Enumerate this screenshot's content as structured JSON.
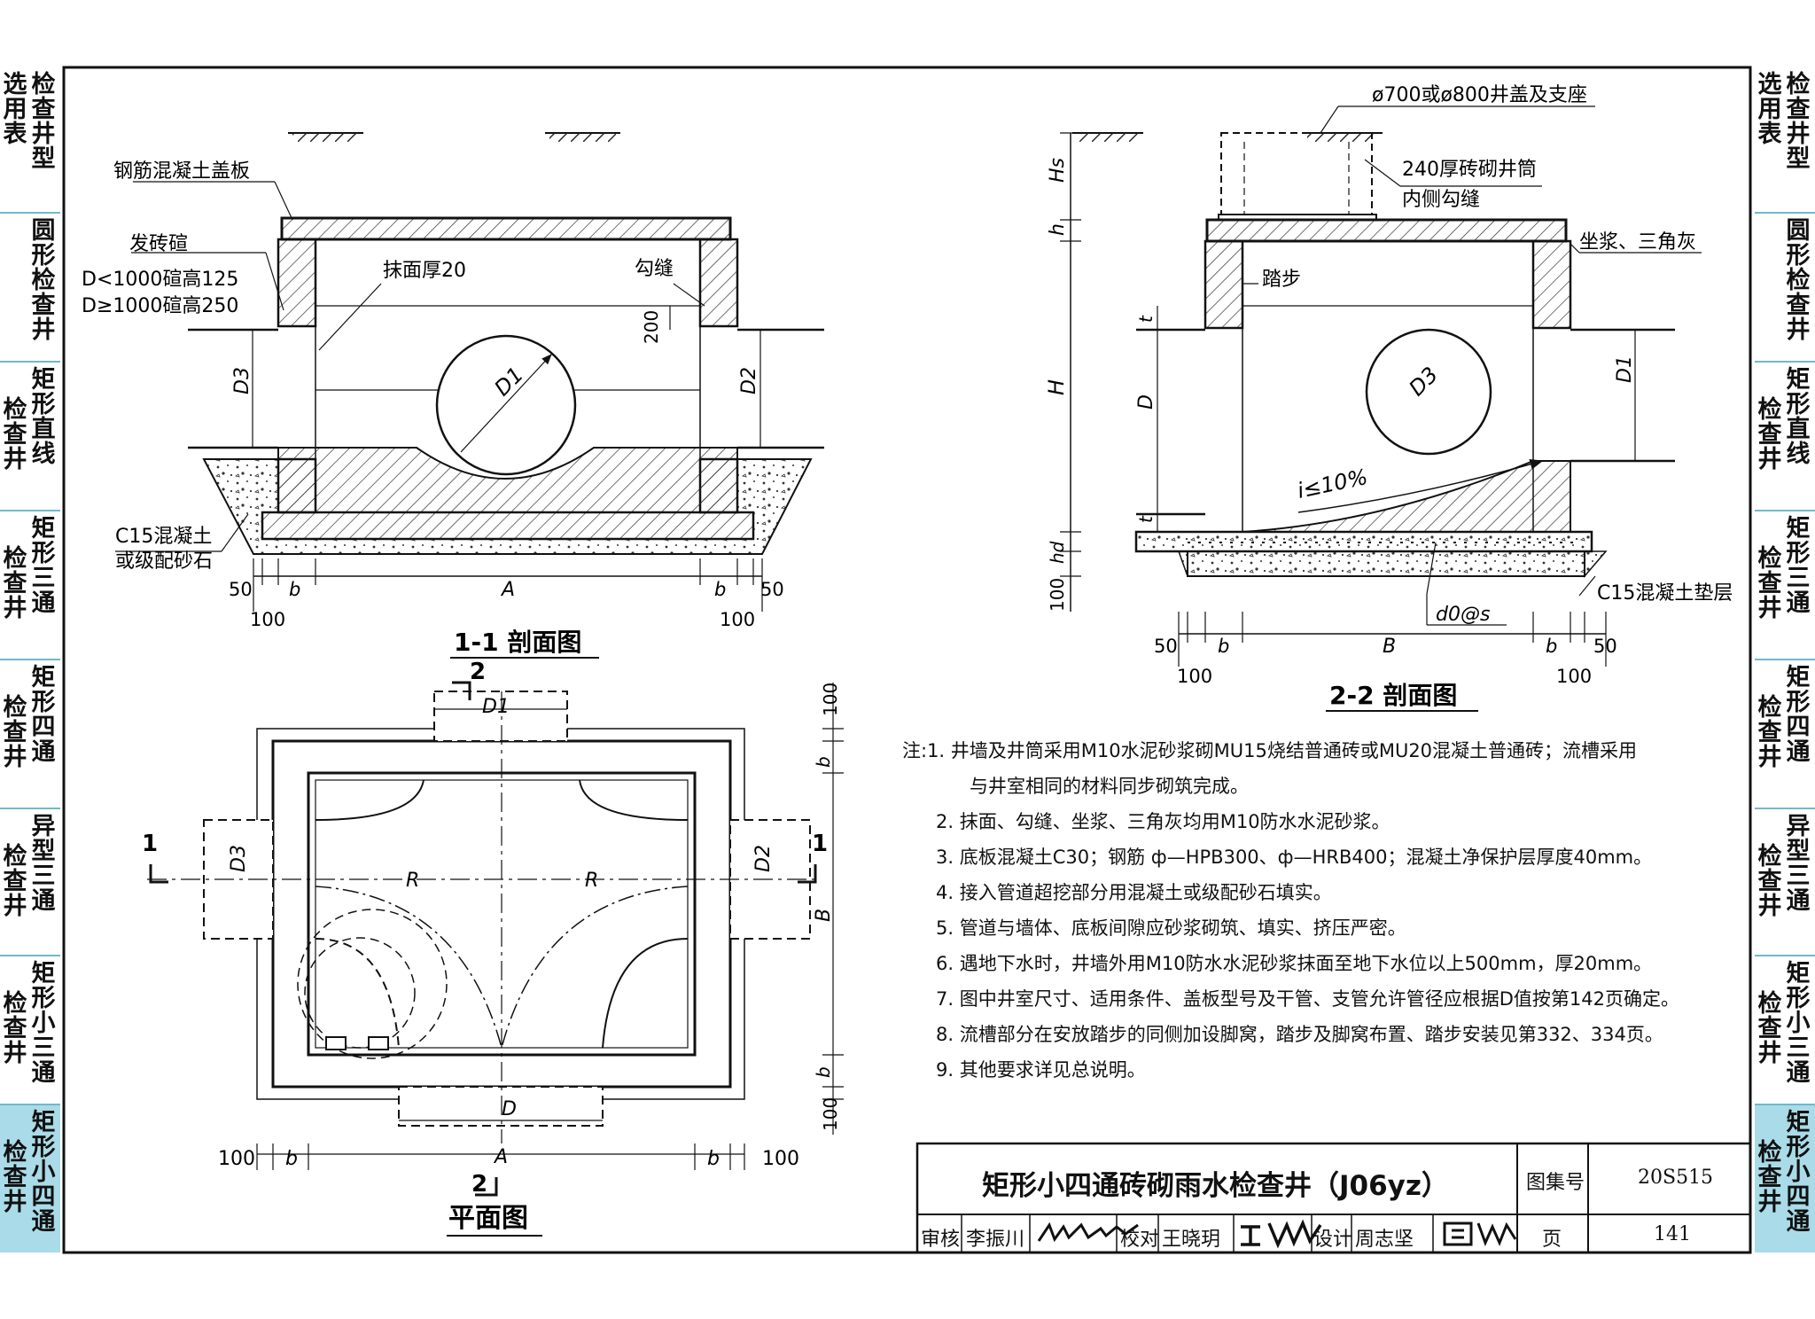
{
  "left_tabs": [
    {
      "name": "检查井选用表",
      "col1": "选用表",
      "col2": "检查井型"
    },
    {
      "name": "圆形检查井",
      "col1": "",
      "col2": "圆形检查井"
    },
    {
      "name": "矩形直线检查井",
      "col1": "检查井",
      "col2": "矩形直线"
    },
    {
      "name": "矩形三通检查井",
      "col1": "检查井",
      "col2": "矩形三通"
    },
    {
      "name": "矩形四通检查井",
      "col1": "检查井",
      "col2": "矩形四通"
    },
    {
      "name": "异型三通检查井",
      "col1": "检查井",
      "col2": "异型三通"
    },
    {
      "name": "矩形小三通检查井",
      "col1": "检查井",
      "col2": "矩形小三通"
    },
    {
      "name": "矩形小四通检查井",
      "col1": "检查井",
      "col2": "矩形小四通",
      "active": true
    }
  ],
  "drawings": {
    "section11": {
      "title": "1-1 剖面图",
      "labels": {
        "slab": "钢筋混凝土盖板",
        "brick_course": "发砖碹",
        "course_small": "D<1000碹高125",
        "course_large": "D≥1000碹高250",
        "plaster": "抹面厚20",
        "pointing": "勾缝",
        "dim200": "200",
        "d1": "D1",
        "d2": "D2",
        "d3": "D3",
        "c15": "C15混凝土",
        "gravel": "或级配砂石",
        "dim50": "50",
        "dim100": "100",
        "b": "b",
        "a": "A"
      }
    },
    "section22": {
      "title": "2-2 剖面图",
      "labels": {
        "cover": "ø700或ø800井盖及支座",
        "shaft": "240厚砖砌井筒",
        "inner": "内侧勾缝",
        "mortar": "坐浆、三角灰",
        "step": "踏步",
        "hs": "Hs",
        "h": "h",
        "H": "H",
        "t": "t",
        "D": "D",
        "hd": "hd",
        "dim100": "100",
        "d3": "D3",
        "d1": "D1",
        "slope": "i≤10%",
        "rebar": "d0@s",
        "c15pad": "C15混凝土垫层",
        "dim50": "50",
        "b": "b",
        "B": "B"
      }
    },
    "plan": {
      "title": "平面图",
      "labels": {
        "cut2": "2",
        "cut1": "1",
        "d1": "D1",
        "d2": "D2",
        "d3": "D3",
        "D": "D",
        "R": "R",
        "B": "B",
        "b": "b",
        "A": "A",
        "dim100": "100"
      }
    }
  },
  "notes": [
    "注:1. 井墙及井筒采用M10水泥砂浆砌MU15烧结普通砖或MU20混凝土普通砖；流槽采用",
    "与井室相同的材料同步砌筑完成。",
    "2. 抹面、勾缝、坐浆、三角灰均用M10防水水泥砂浆。",
    "3. 底板混凝土C30；钢筋 ф—HPB300、ф—HRB400；混凝土净保护层厚度40mm。",
    "4. 接入管道超挖部分用混凝土或级配砂石填实。",
    "5. 管道与墙体、底板间隙应砂浆砌筑、填实、挤压严密。",
    "6. 遇地下水时，井墙外用M10防水水泥砂浆抹面至地下水位以上500mm，厚20mm。",
    "7. 图中井室尺寸、适用条件、盖板型号及干管、支管允许管径应根据D值按第142页确定。",
    "8. 流槽部分在安放踏步的同侧加设脚窝，踏步及脚窝布置、踏步安装见第332、334页。",
    "9. 其他要求详见总说明。"
  ],
  "title_block": {
    "title": "矩形小四通砖砌雨水检查井（J06yz）",
    "atlas_label": "图集号",
    "atlas_no": "20S515",
    "review_label": "审核",
    "reviewer": "李振川",
    "check_label": "校对",
    "checker": "王晓玥",
    "design_label": "设计",
    "designer": "周志坚",
    "page_label": "页",
    "page_no": "141"
  }
}
